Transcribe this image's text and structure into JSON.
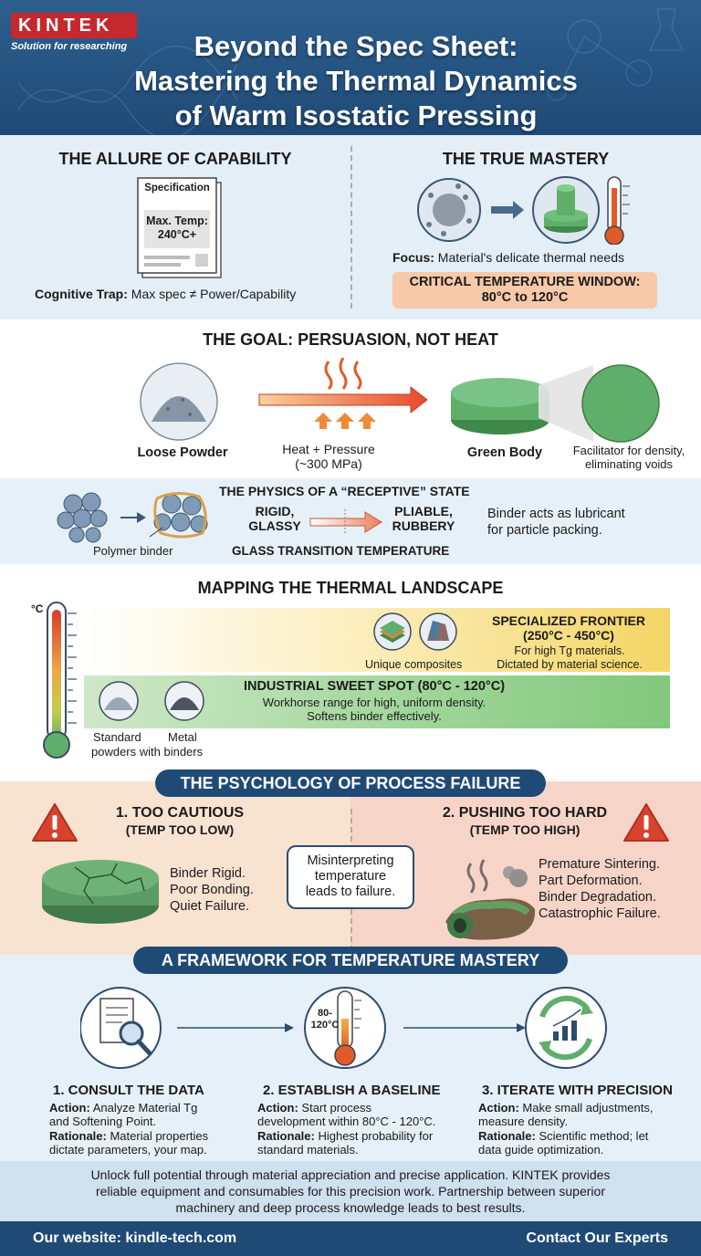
{
  "header": {
    "logo": "KINTEK",
    "logo_tagline": "Solution for researching",
    "title_lines": [
      "Beyond the Spec Sheet:",
      "Mastering the Thermal Dynamics",
      "of Warm Isostatic Pressing"
    ]
  },
  "allure": {
    "title": "THE ALLURE OF CAPABILITY",
    "doc_heading": "Specification",
    "doc_temp_line1": "Max. Temp:",
    "doc_temp_line2": "240°C+",
    "trap_label": "Cognitive Trap:",
    "trap_text": "Max spec ≠ Power/Capability"
  },
  "mastery": {
    "title": "THE TRUE MASTERY",
    "focus_label": "Focus:",
    "focus_text": "Material's delicate thermal needs",
    "window_line1": "CRITICAL TEMPERATURE WINDOW:",
    "window_line2": "80°C to 120°C"
  },
  "goal": {
    "title": "THE GOAL: PERSUASION, NOT HEAT",
    "powder_label": "Loose Powder",
    "process_line1": "Heat + Pressure",
    "process_line2": "(~300 MPa)",
    "green_label": "Green Body",
    "facilitator_line1": "Facilitator for density,",
    "facilitator_line2": "eliminating voids"
  },
  "physics": {
    "title": "THE PHYSICS OF A “RECEPTIVE” STATE",
    "rigid_line1": "RIGID,",
    "rigid_line2": "GLASSY",
    "pliable_line1": "PLIABLE,",
    "pliable_line2": "RUBBERY",
    "glass_label": "GLASS TRANSITION TEMPERATURE",
    "binder_label": "Polymer binder",
    "lubricant_line1": "Binder acts as lubricant",
    "lubricant_line2": "for particle packing."
  },
  "landscape": {
    "title": "MAPPING THE THERMAL LANDSCAPE",
    "unit": "°C",
    "frontier_title": "SPECIALIZED FRONTIER",
    "frontier_range": "(250°C - 450°C)",
    "frontier_line1": "For high Tg materials.",
    "frontier_line2": "Dictated by material science.",
    "composites_label": "Unique composites",
    "sweet_title": "INDUSTRIAL SWEET SPOT (80°C - 120°C)",
    "sweet_line1": "Workhorse range for high, uniform density.",
    "sweet_line2": "Softens binder effectively.",
    "standard_label": "Standard",
    "metal_label": "Metal",
    "powders_label": "powders with binders"
  },
  "failure": {
    "title": "THE PSYCHOLOGY OF PROCESS FAILURE",
    "low_title": "1. TOO CAUTIOUS",
    "low_sub": "(TEMP TOO LOW)",
    "low_items": [
      "Binder Rigid.",
      "Poor Bonding.",
      "Quiet Failure."
    ],
    "center_lines": [
      "Misinterpreting",
      "temperature",
      "leads to failure."
    ],
    "high_title": "2. PUSHING TOO HARD",
    "high_sub": "(TEMP TOO HIGH)",
    "high_items": [
      "Premature Sintering.",
      "Part Deformation.",
      "Binder Degradation.",
      "Catastrophic Failure."
    ]
  },
  "framework": {
    "title": "A FRAMEWORK FOR TEMPERATURE MASTERY",
    "thermo_line1": "80-",
    "thermo_line2": "120°C",
    "steps": [
      {
        "title": "1. CONSULT THE DATA",
        "action_label": "Action:",
        "action": "Analyze Material Tg",
        "action2": "and Softening Point.",
        "rationale_label": "Rationale:",
        "rationale": "Material properties",
        "rationale2": "dictate parameters, your map."
      },
      {
        "title": "2. ESTABLISH A BASELINE",
        "action_label": "Action:",
        "action": "Start process",
        "action2": "development within 80°C - 120°C.",
        "rationale_label": "Rationale:",
        "rationale": "Highest probability for",
        "rationale2": "standard materials."
      },
      {
        "title": "3. ITERATE WITH PRECISION",
        "action_label": "Action:",
        "action": "Make small adjustments,",
        "action2": "measure density.",
        "rationale_label": "Rationale:",
        "rationale": "Scientific method; let",
        "rationale2": "data guide optimization."
      }
    ]
  },
  "closing": {
    "lines": [
      "Unlock full potential through material appreciation and precise application. KINTEK provides",
      "reliable equipment and consumables for this precision work. Partnership between superior",
      "machinery and deep process knowledge leads to best results."
    ]
  },
  "footer": {
    "website": "Our website: kindle-tech.com",
    "contact": "Contact Our Experts"
  },
  "colors": {
    "brand_red": "#c5282e",
    "navy": "#1f4a76",
    "green": "#5fae6a",
    "orange_window": "#f7c9a8",
    "yellow_zone": "#f4d564"
  }
}
